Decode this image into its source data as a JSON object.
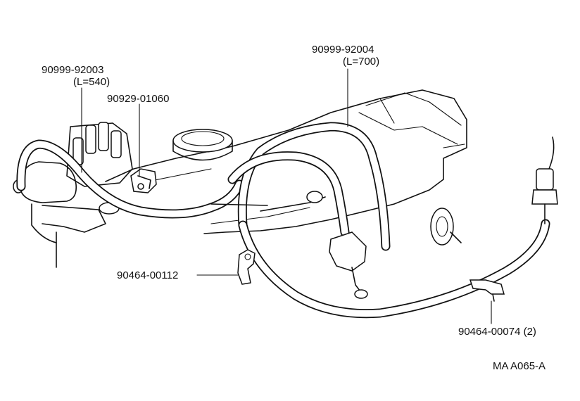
{
  "parts": [
    {
      "number": "90999-92003",
      "detail": "(L=540)"
    },
    {
      "number": "90929-01060"
    },
    {
      "number": "90999-92004",
      "detail": "(L=700)"
    },
    {
      "number": "90464-00112"
    },
    {
      "number": "90464-00074 (2)"
    }
  ],
  "diagram_code": "MA  A065-A"
}
